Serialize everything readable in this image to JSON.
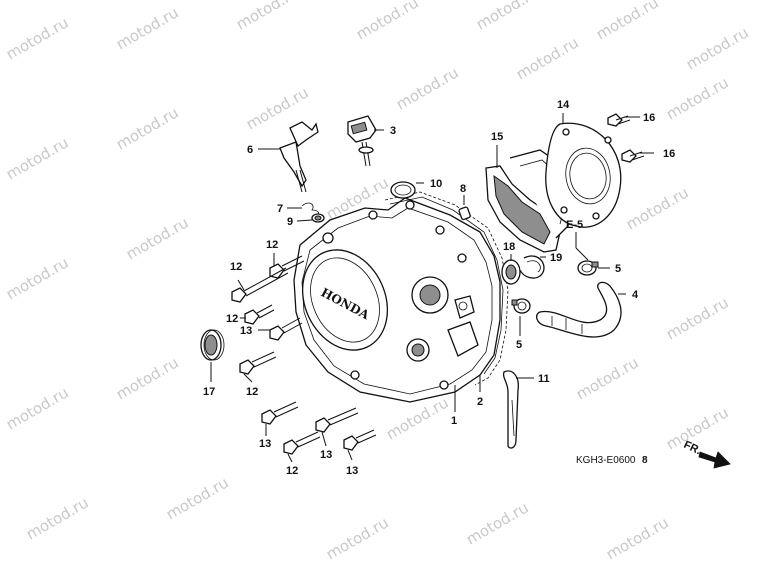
{
  "watermark": "motod.ru",
  "callouts": {
    "c1": "1",
    "c2": "2",
    "c3": "3",
    "c4": "4",
    "c5a": "5",
    "c5b": "5",
    "c6": "6",
    "c7": "7",
    "c8": "8",
    "c9": "9",
    "c10": "10",
    "c11": "11",
    "c12a": "12",
    "c12b": "12",
    "c12c": "12",
    "c12d": "12",
    "c12e": "12",
    "c13a": "13",
    "c13b": "13",
    "c13c": "13",
    "c13d": "13",
    "c14": "14",
    "c15": "15",
    "c16a": "16",
    "c16b": "16",
    "c17": "17",
    "c18": "18",
    "c19": "19"
  },
  "section_ref": "E-5",
  "diagram_code": "KGH3-E0600",
  "diagram_code_suffix": "8",
  "front_arrow": "FR.",
  "emblem_text": "HONDA"
}
